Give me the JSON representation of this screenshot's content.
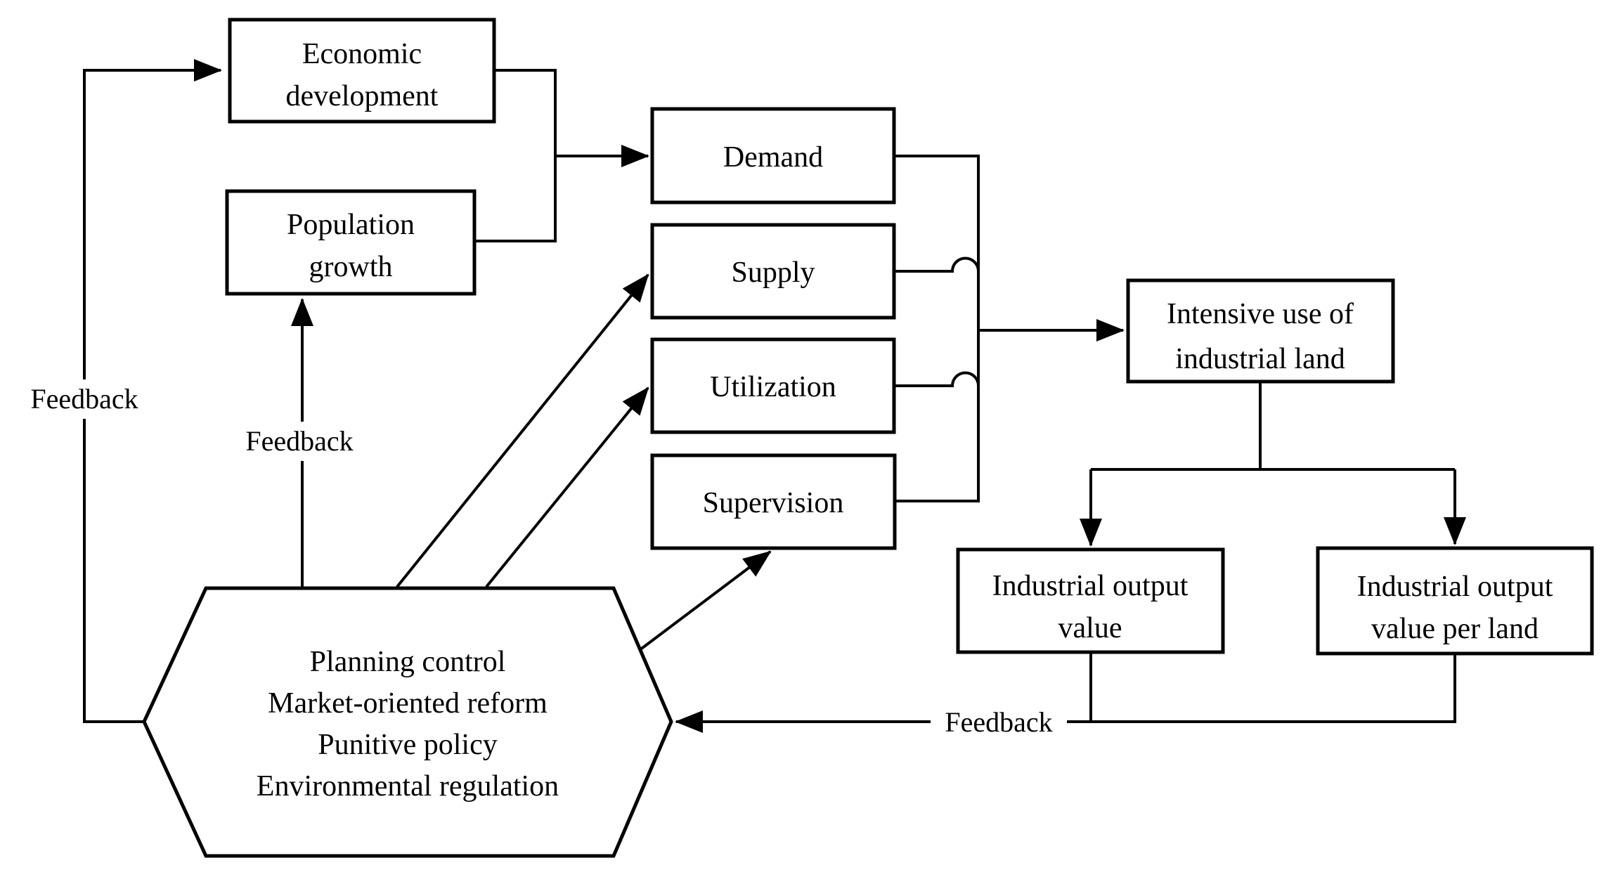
{
  "diagram": {
    "background_color": "#ffffff",
    "line_color": "#000000",
    "nodes": {
      "economic_development": {
        "lines": [
          "Economic",
          "development"
        ]
      },
      "population_growth": {
        "lines": [
          "Population",
          "growth"
        ]
      },
      "demand": {
        "label": "Demand"
      },
      "supply": {
        "label": "Supply"
      },
      "utilization": {
        "label": "Utilization"
      },
      "supervision": {
        "label": "Supervision"
      },
      "intensive_use": {
        "lines": [
          "Intensive use of",
          "industrial land"
        ]
      },
      "industrial_output_value": {
        "lines": [
          "Industrial output",
          "value"
        ]
      },
      "industrial_output_value_per_land": {
        "lines": [
          "Industrial output",
          "value per land"
        ]
      },
      "policy_hexagon": {
        "lines": [
          "Planning control",
          "Market-oriented reform",
          "Punitive policy",
          "Environmental regulation"
        ]
      }
    },
    "labels": {
      "feedback_left": "Feedback",
      "feedback_middle": "Feedback",
      "feedback_bottom": "Feedback"
    }
  }
}
